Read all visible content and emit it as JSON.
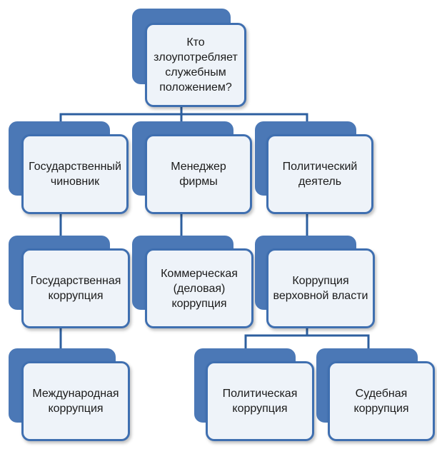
{
  "colors": {
    "connector": "#2d5f9f",
    "back_panel": "#4b78b6",
    "card_border": "#3f6fb0",
    "card_fill": "#eef3f9"
  },
  "nodes": {
    "root": "Кто\nзлоупотребляет\nслужебным\nположением?",
    "gov_official": "Государственный\nчиновник",
    "manager": "Менеджер\nфирмы",
    "politician": "Политический\nдеятель",
    "gov_corruption": "Государственная\nкоррупция",
    "commercial_corruption": "Коммерческая\n(деловая)\nкоррупция",
    "top_corruption": "Коррупция\nверховной власти",
    "intl_corruption": "Международная\nкоррупция",
    "political_corruption": "Политическая\nкоррупция",
    "judicial_corruption": "Судебная\nкоррупция"
  }
}
